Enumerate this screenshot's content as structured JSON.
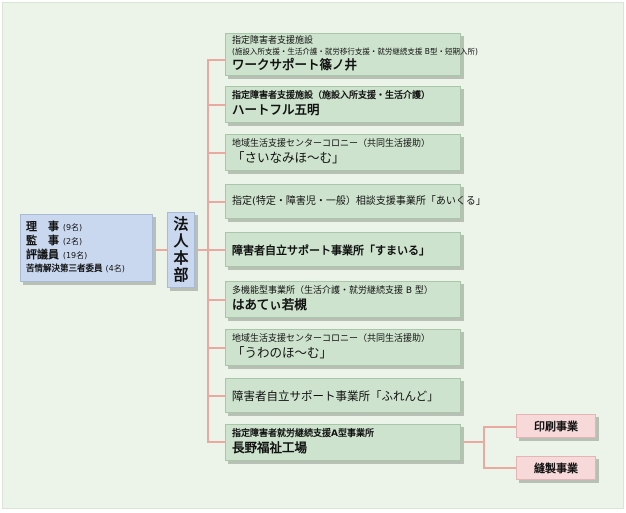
{
  "board": {
    "rows": [
      {
        "role": "理　事",
        "count": "(9名)"
      },
      {
        "role": "監　事",
        "count": "(2名)"
      },
      {
        "role": "評議員",
        "count": "(19名)"
      },
      {
        "role": "苦情解決第三者委員",
        "count": "(4名)"
      }
    ]
  },
  "headquarters": {
    "label": "法人本部"
  },
  "facilities": [
    {
      "line1": "指定障害者支援施設",
      "line2": "(施設入所支援・生活介護・就労移行支援・就労継続支援 B型・短期入所)",
      "name": "ワークサポート篠ノ井"
    },
    {
      "line1": "指定障害者支援施設（施設入所支援・生活介護）",
      "name": "ハートフル五明"
    },
    {
      "line1": "地域生活支援センターコロニー（共同生活援助）",
      "name": "「さいなみほ～む」"
    },
    {
      "text": "指定(特定・障害児・一般）相談支援事業所「あいくる」"
    },
    {
      "text": "障害者自立サポート事業所「すまいる」"
    },
    {
      "line1": "多機能型事業所（生活介護・就労継続支援 B 型）",
      "name": "はあてぃ若槻"
    },
    {
      "line1": "地域生活支援センターコロニー（共同生活援助）",
      "name": "「うわのほ～む」"
    },
    {
      "text": "障害者自立サポート事業所「ふれんど」"
    },
    {
      "line1": "指定障害者就労継続支援A型事業所",
      "name": "長野福祉工場"
    }
  ],
  "businesses": [
    {
      "label": "印刷事業"
    },
    {
      "label": "縫製事業"
    }
  ],
  "colors": {
    "background": "#ecf4ea",
    "board_box": "#c9d8ef",
    "facility_box": "#cde3cd",
    "business_box": "#f7d9d9",
    "connector": "#e9a9a0"
  }
}
